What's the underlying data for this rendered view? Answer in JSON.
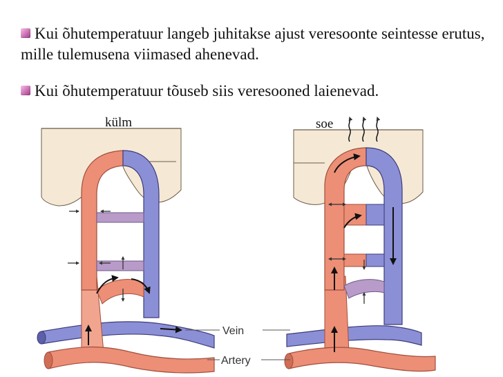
{
  "bullets": [
    {
      "text": "Kui õhutemperatuur langeb juhitakse ajust veresoonte seintesse erutus, mille tulemusena viimased ahenevad."
    },
    {
      "text": "Kui õhutemperatuur tõuseb siis veresooned laienevad."
    }
  ],
  "diagram": {
    "left_label": "külm",
    "right_label": "soe",
    "vein_label": "Vein",
    "artery_label": "Artery"
  },
  "colors": {
    "artery": "#ec8f76",
    "vein": "#8b8fd6",
    "skin": "#f5e9d6",
    "bullet": "#c86ab0"
  }
}
